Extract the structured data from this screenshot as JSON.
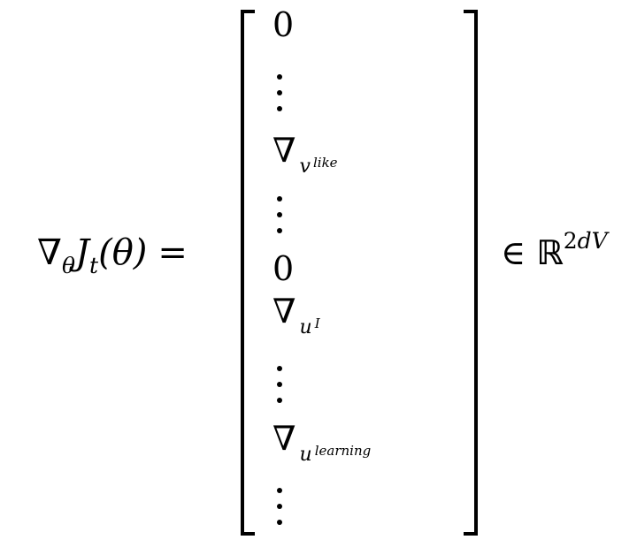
{
  "equation": {
    "lhs": {
      "nabla": "∇",
      "nabla_sub": "θ",
      "func": "J",
      "func_sub": "t",
      "arg": "(θ)",
      "equals": "="
    },
    "vector_entries": [
      {
        "type": "value",
        "text": "0"
      },
      {
        "type": "vdots"
      },
      {
        "type": "gradient",
        "nabla": "∇",
        "var": "v",
        "sub": "like"
      },
      {
        "type": "vdots"
      },
      {
        "type": "value",
        "text": "0"
      },
      {
        "type": "gradient",
        "nabla": "∇",
        "var": "u",
        "sub": "I"
      },
      {
        "type": "vdots"
      },
      {
        "type": "gradient",
        "nabla": "∇",
        "var": "u",
        "sub": "learning"
      },
      {
        "type": "vdots"
      }
    ],
    "rhs": {
      "element_of": "∈",
      "space": "ℝ",
      "exponent_num": "2",
      "exponent_vars": "dV"
    }
  }
}
